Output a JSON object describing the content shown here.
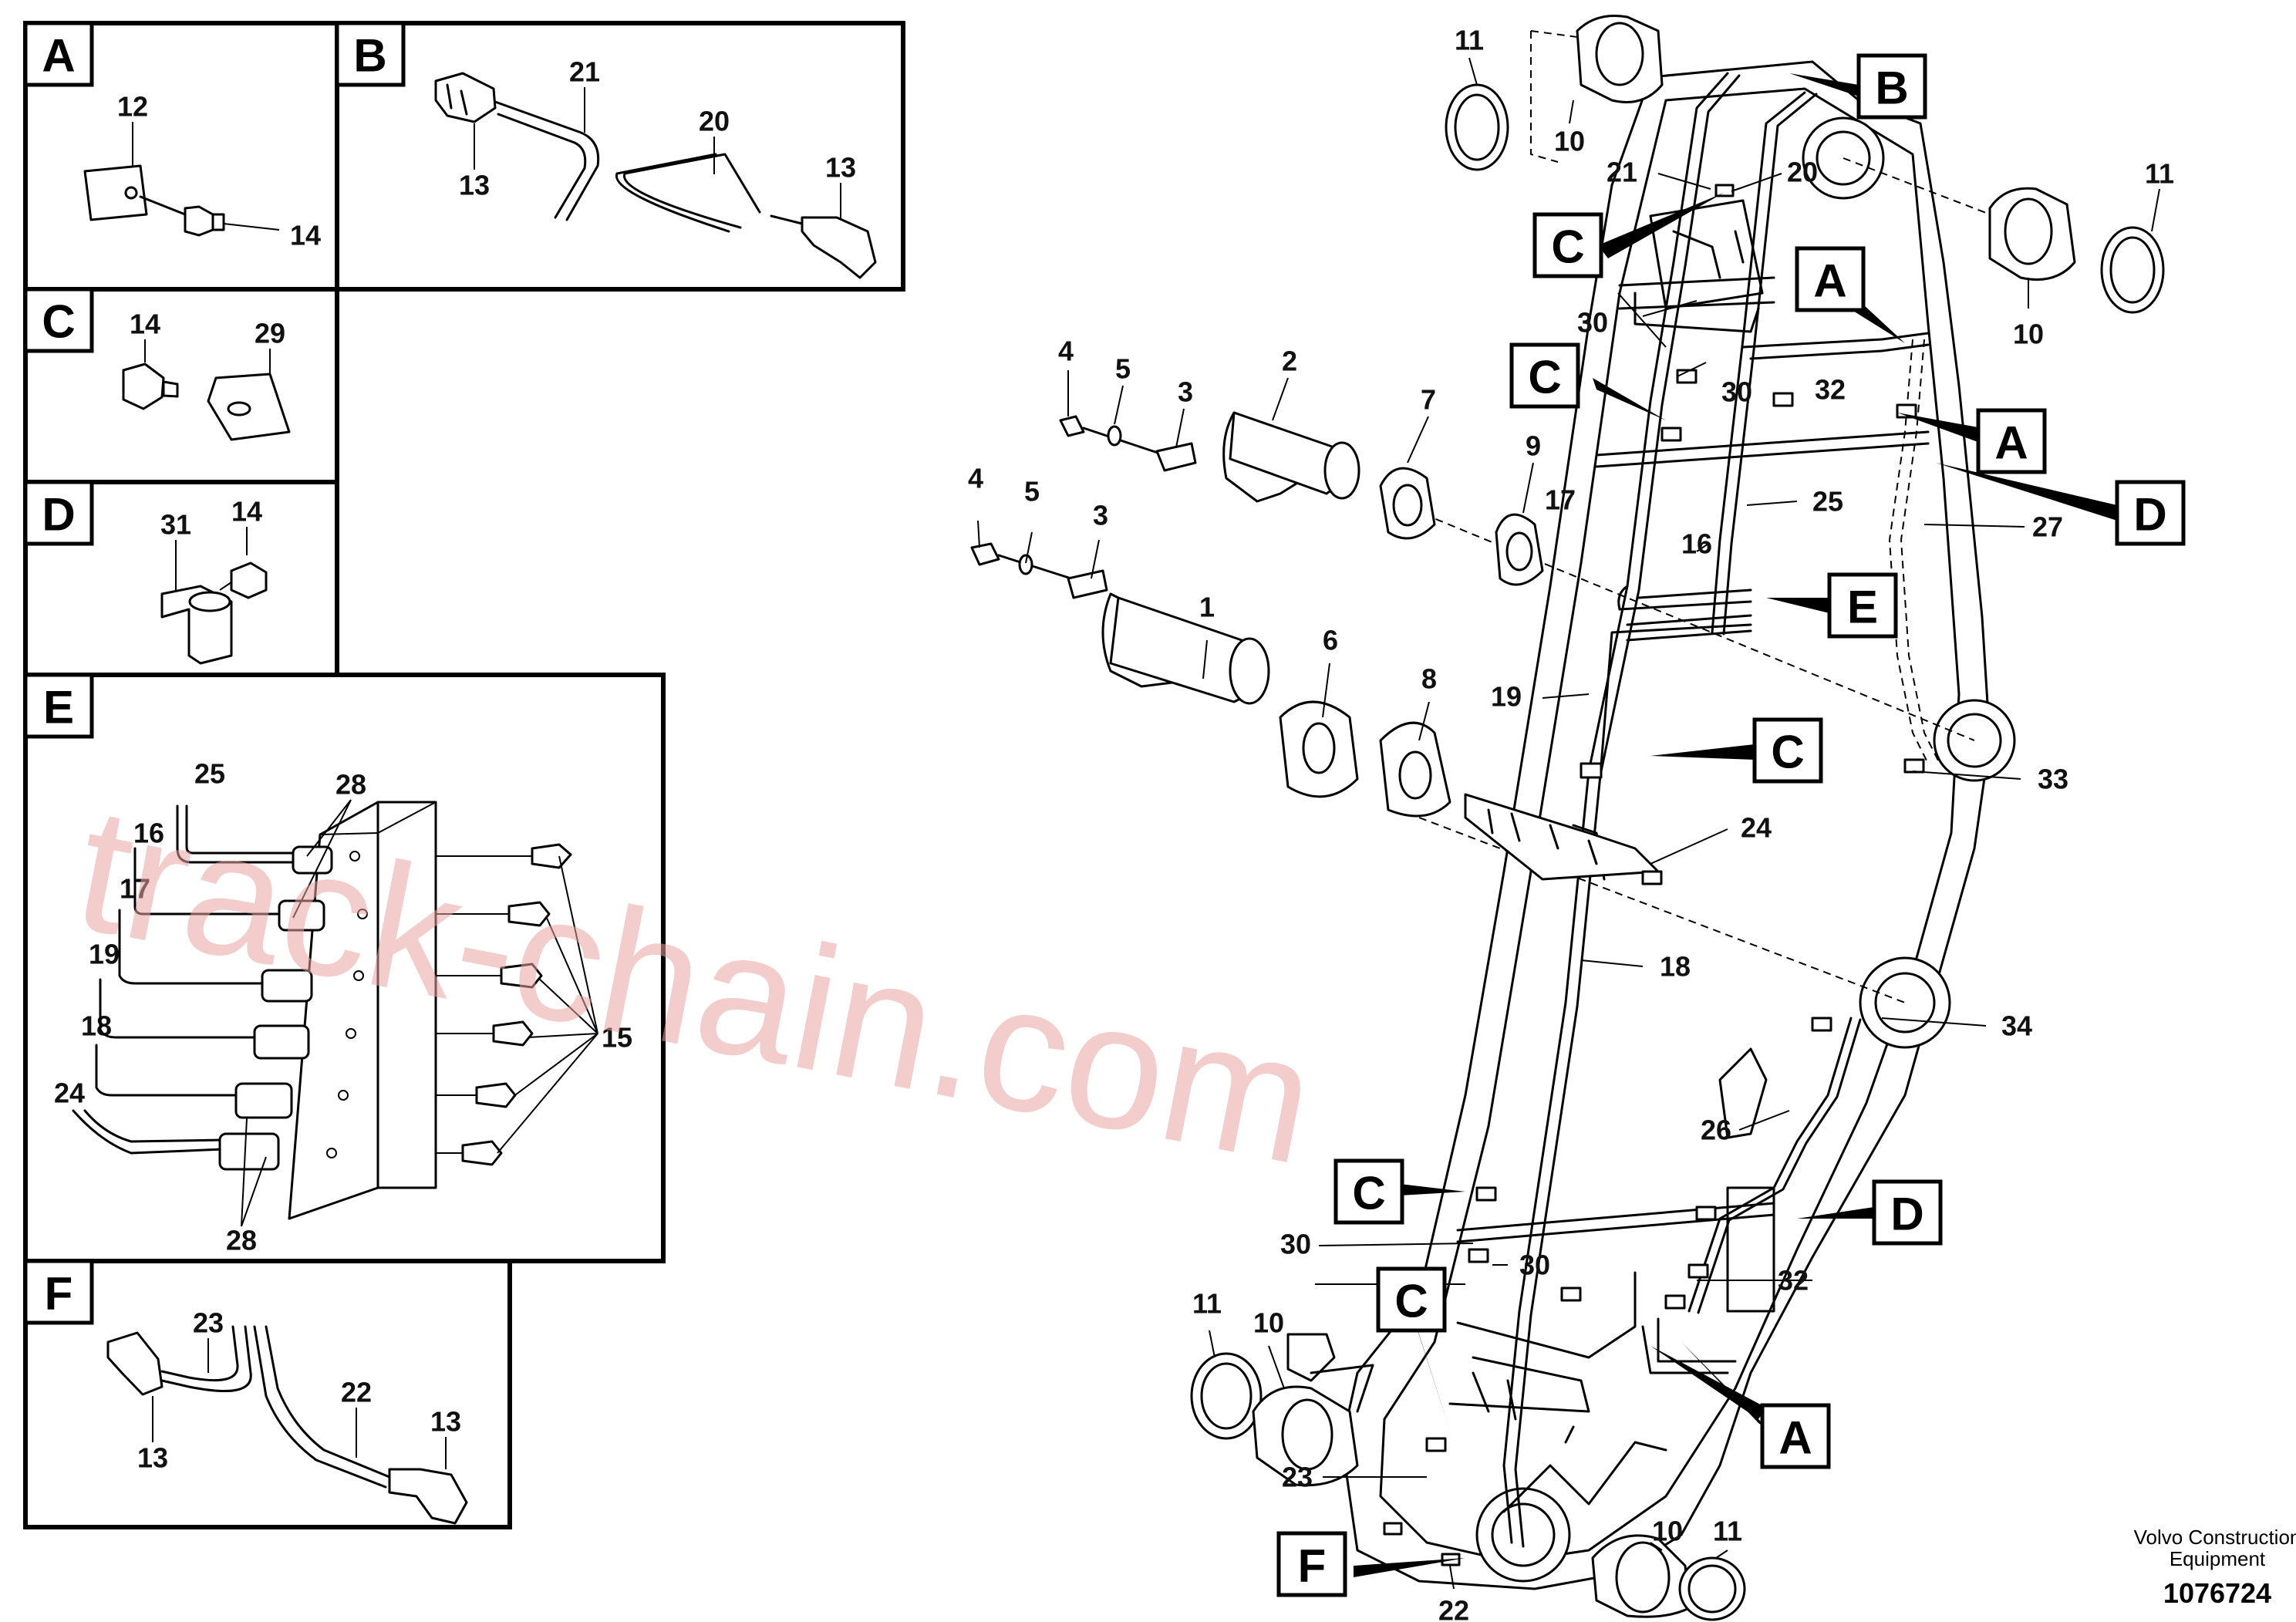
{
  "watermark": "track-chain.com",
  "footer": {
    "brand_line1": "Volvo Construction",
    "brand_line2": "Equipment",
    "drawing_number": "1076724"
  },
  "details": {
    "A": {
      "tag": "A",
      "parts": [
        "12",
        "14"
      ]
    },
    "B": {
      "tag": "B",
      "parts": [
        "21",
        "20",
        "13",
        "13"
      ]
    },
    "C": {
      "tag": "C",
      "parts": [
        "14",
        "29"
      ]
    },
    "D": {
      "tag": "D",
      "parts": [
        "31",
        "14"
      ]
    },
    "E": {
      "tag": "E",
      "parts": [
        "25",
        "28",
        "16",
        "17",
        "19",
        "18",
        "24",
        "15",
        "28"
      ]
    },
    "F": {
      "tag": "F",
      "parts": [
        "23",
        "22",
        "13",
        "13"
      ]
    }
  },
  "main": {
    "parts": [
      "11",
      "10",
      "11",
      "10",
      "21",
      "20",
      "4",
      "5",
      "3",
      "2",
      "7",
      "9",
      "17",
      "16",
      "25",
      "27",
      "30",
      "30",
      "32",
      "4",
      "5",
      "3",
      "1",
      "6",
      "8",
      "19",
      "33",
      "24",
      "18",
      "34",
      "26",
      "30",
      "30",
      "32",
      "11",
      "10",
      "23",
      "22",
      "10",
      "11"
    ],
    "callouts": [
      "B",
      "C",
      "A",
      "A",
      "C",
      "D",
      "E",
      "C",
      "C",
      "D",
      "C",
      "A",
      "F"
    ]
  }
}
